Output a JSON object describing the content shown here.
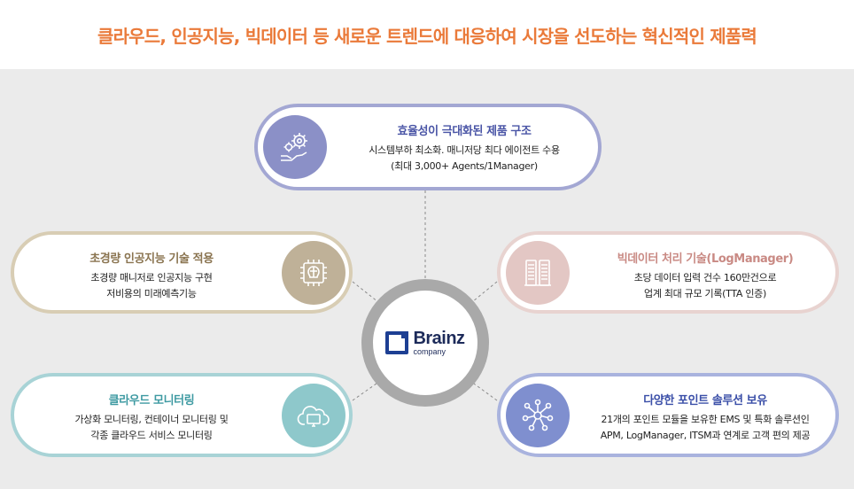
{
  "headline": "클라우드, 인공지능, 빅데이터 등 새로운 트렌드에 대응하여 시장을 선도하는 혁신적인 제품력",
  "center": {
    "logo_name": "Brainz",
    "logo_sub": "company"
  },
  "cards": {
    "top": {
      "title": "효율성이 극대화된 제품 구조",
      "line1": "시스템부하 최소화. 매니저당 최다 에이전트 수용",
      "line2": "(최대 3,000+ Agents/1Manager)",
      "icon": "gear-hand-icon"
    },
    "left_middle": {
      "title": "초경량 인공지능 기술 적용",
      "line1": "초경량 매니저로 인공지능 구현",
      "line2": "저비용의 미래예측기능",
      "icon": "ai-chip-icon"
    },
    "right_middle": {
      "title": "빅데이터 처리 기술(LogManager)",
      "line1": "초당 데이터 입력 건수 160만건으로",
      "line2": "업계 최대 규모 기록(TTA 인증)",
      "icon": "server-rack-icon"
    },
    "left_bottom": {
      "title": "클라우드 모니터링",
      "line1": "가상화 모니터링, 컨테이너 모니터링 및",
      "line2": "각종 클라우드 서비스 모니터링",
      "icon": "cloud-monitor-icon"
    },
    "right_bottom": {
      "title": "다양한 포인트 솔루션 보유",
      "line1": "21개의 포인트 모듈을 보유한 EMS 및 특화 솔루션인",
      "line2": "APM, LogManager, ITSM과 연계로 고객 편의 제공",
      "icon": "network-nodes-icon"
    }
  }
}
